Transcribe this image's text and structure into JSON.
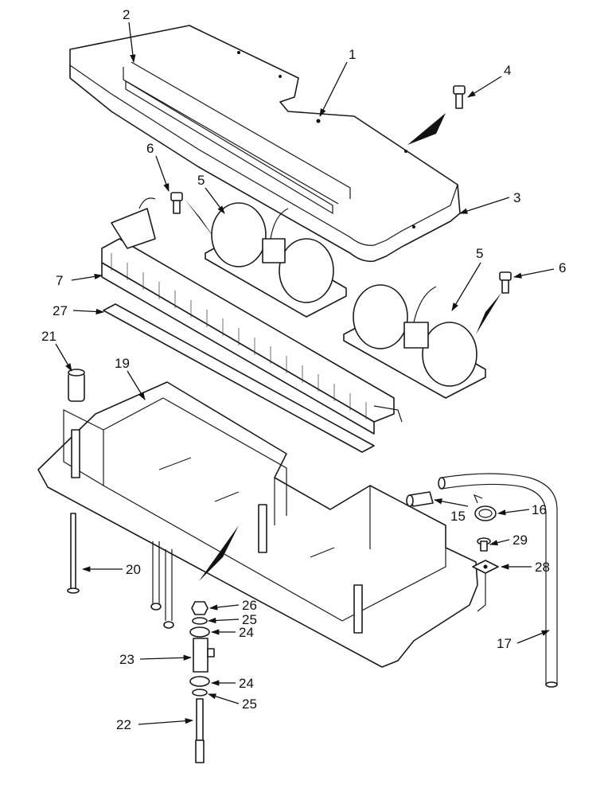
{
  "labels": {
    "l1": "1",
    "l2": "2",
    "l3": "3",
    "l4": "4",
    "l5a": "5",
    "l5b": "5",
    "l6a": "6",
    "l6b": "6",
    "l7": "7",
    "l15": "15",
    "l16": "16",
    "l17": "17",
    "l19": "19",
    "l20": "20",
    "l21": "21",
    "l22": "22",
    "l23": "23",
    "l24a": "24",
    "l24b": "24",
    "l25a": "25",
    "l25b": "25",
    "l26": "26",
    "l27": "27",
    "l28": "28",
    "l29": "29"
  }
}
